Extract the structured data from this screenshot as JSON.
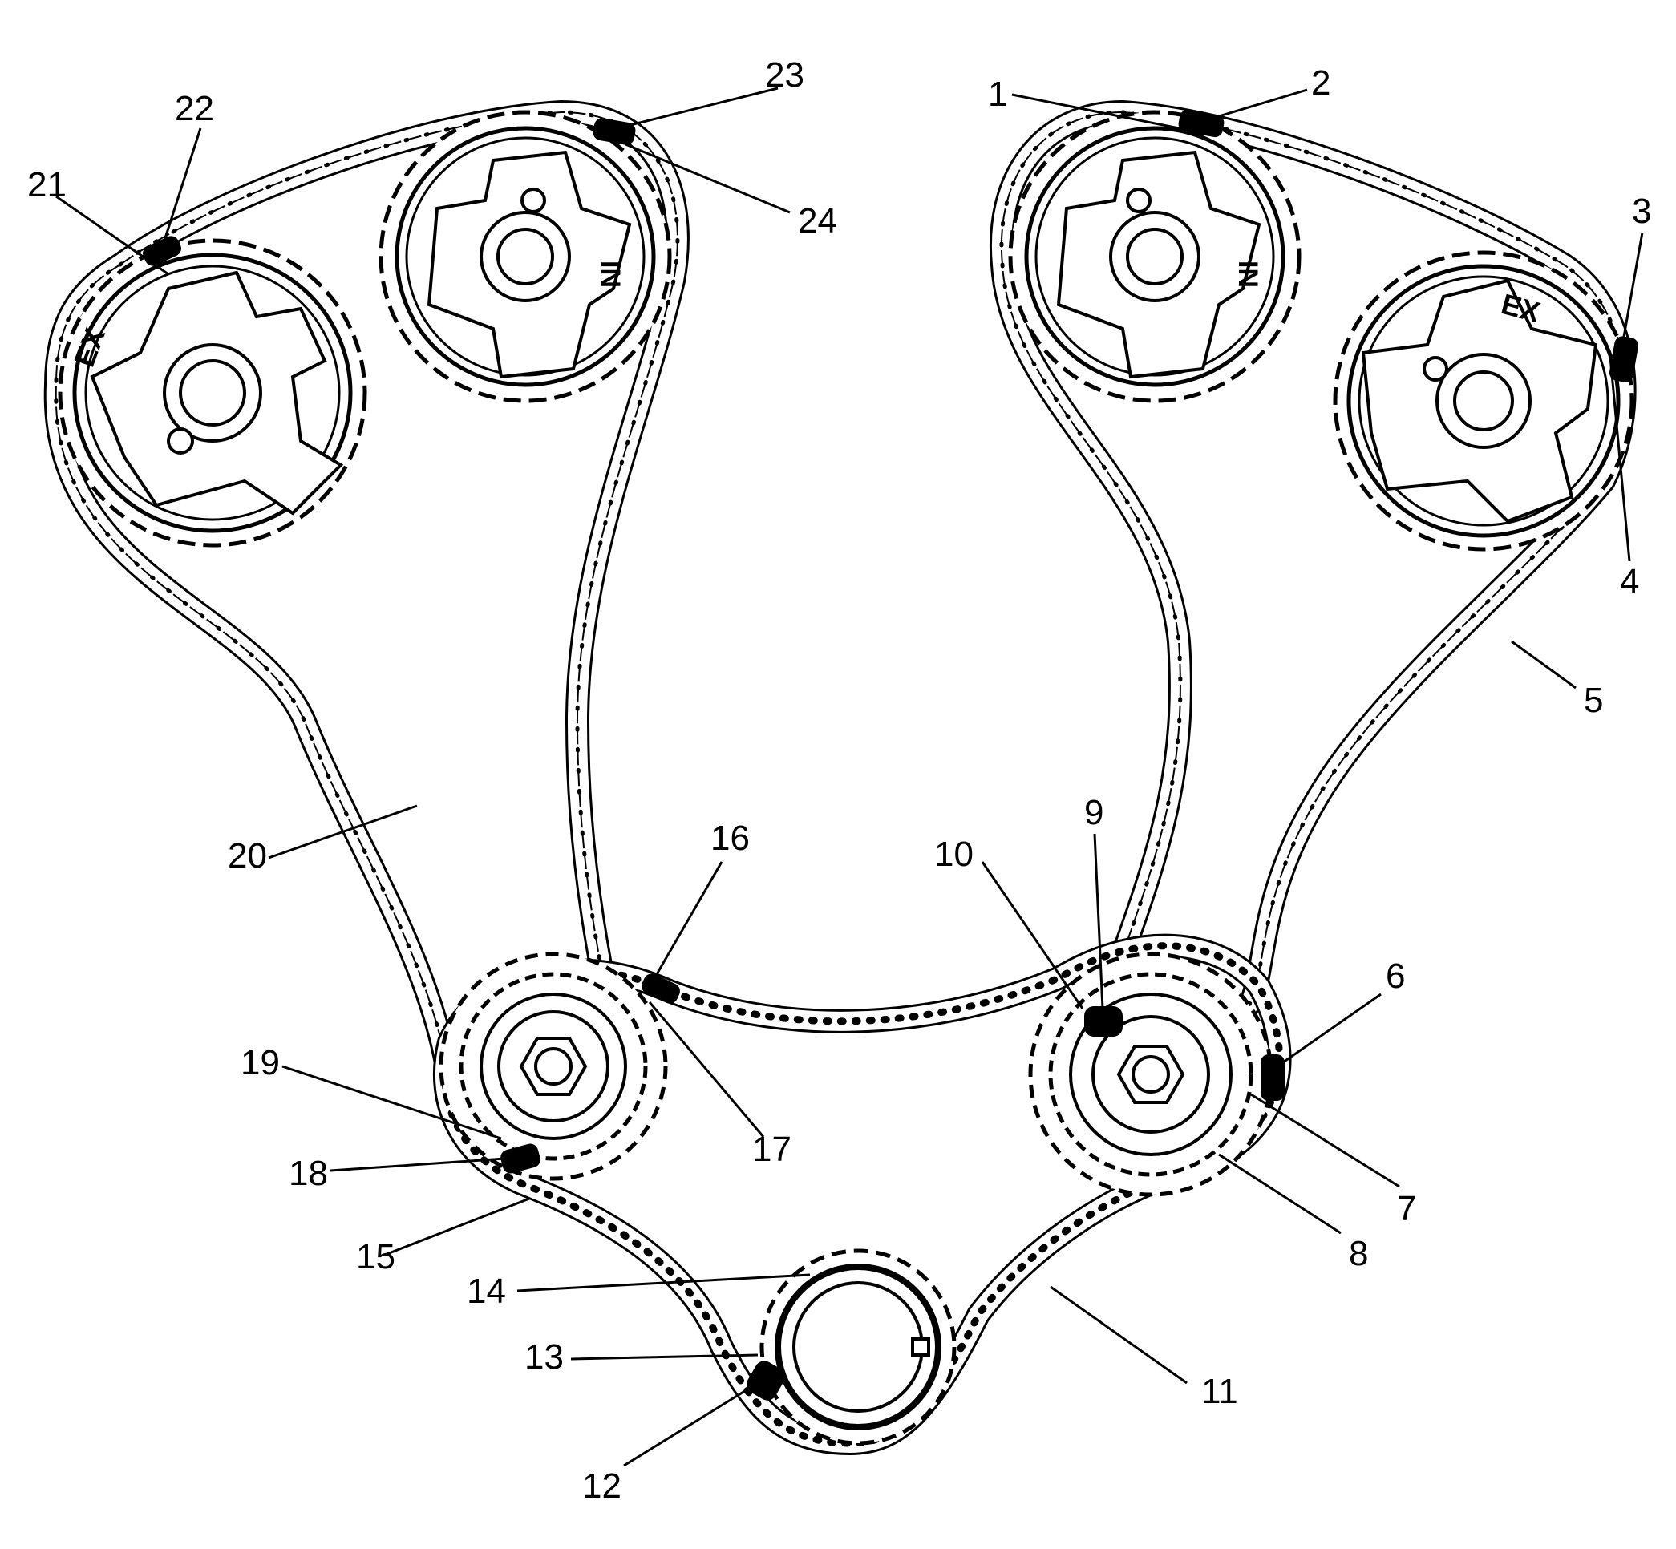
{
  "diagram": {
    "callouts": [
      {
        "id": "c1",
        "text": "1"
      },
      {
        "id": "c2",
        "text": "2"
      },
      {
        "id": "c3",
        "text": "3"
      },
      {
        "id": "c4",
        "text": "4"
      },
      {
        "id": "c5",
        "text": "5"
      },
      {
        "id": "c6",
        "text": "6"
      },
      {
        "id": "c7",
        "text": "7"
      },
      {
        "id": "c8",
        "text": "8"
      },
      {
        "id": "c9",
        "text": "9"
      },
      {
        "id": "c10",
        "text": "10"
      },
      {
        "id": "c11",
        "text": "11"
      },
      {
        "id": "c12",
        "text": "12"
      },
      {
        "id": "c13",
        "text": "13"
      },
      {
        "id": "c14",
        "text": "14"
      },
      {
        "id": "c15",
        "text": "15"
      },
      {
        "id": "c16",
        "text": "16"
      },
      {
        "id": "c17",
        "text": "17"
      },
      {
        "id": "c18",
        "text": "18"
      },
      {
        "id": "c19",
        "text": "19"
      },
      {
        "id": "c20",
        "text": "20"
      },
      {
        "id": "c21",
        "text": "21"
      },
      {
        "id": "c22",
        "text": "22"
      },
      {
        "id": "c23",
        "text": "23"
      },
      {
        "id": "c24",
        "text": "24"
      }
    ],
    "sprocket_marks": {
      "left_exhaust": "EX",
      "left_intake": "IN",
      "right_intake": "IN",
      "right_exhaust": "EX"
    }
  }
}
